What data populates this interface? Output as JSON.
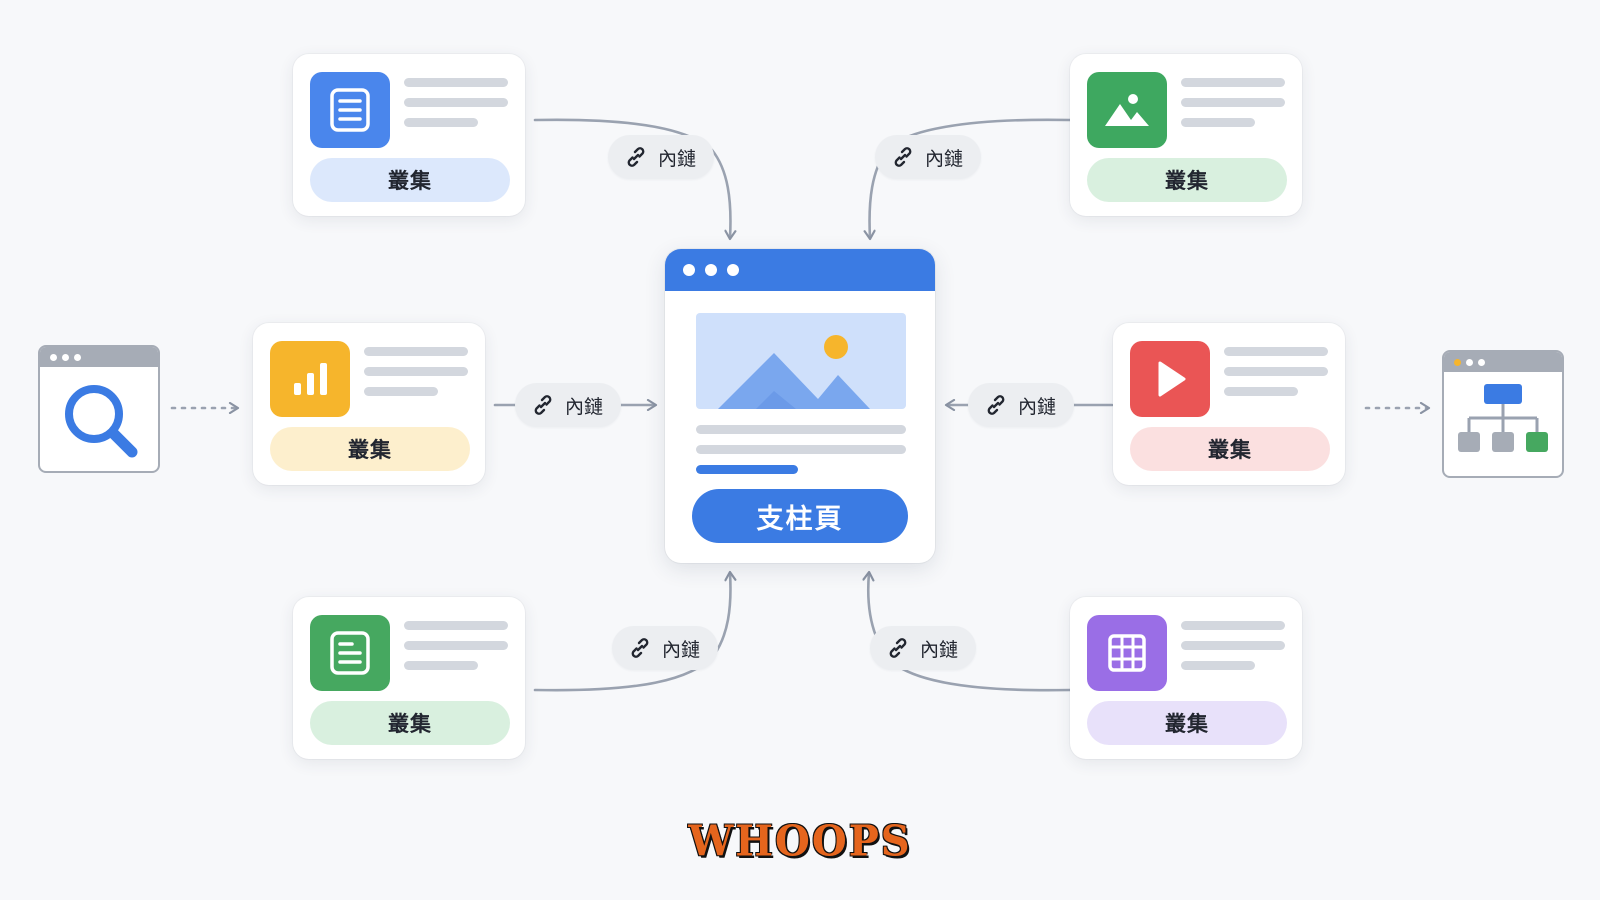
{
  "center": {
    "label": "支柱頁",
    "accent": "#3b7be3"
  },
  "cluster_label": "叢集",
  "link_label": "內鏈",
  "clusters": [
    {
      "id": "top-left",
      "label": "叢集",
      "icon": "document-icon",
      "tile_color": "#4a86ec",
      "pill_color": "#dce8fc"
    },
    {
      "id": "top-right",
      "label": "叢集",
      "icon": "image-icon",
      "tile_color": "#3ea860",
      "pill_color": "#d9f0df"
    },
    {
      "id": "mid-left",
      "label": "叢集",
      "icon": "bar-chart-icon",
      "tile_color": "#f6b52c",
      "pill_color": "#fdefcd"
    },
    {
      "id": "mid-right",
      "label": "叢集",
      "icon": "play-icon",
      "tile_color": "#ea5555",
      "pill_color": "#fbe0e0"
    },
    {
      "id": "bottom-left",
      "label": "叢集",
      "icon": "list-document-icon",
      "tile_color": "#46a860",
      "pill_color": "#d9f0df"
    },
    {
      "id": "bottom-right",
      "label": "叢集",
      "icon": "table-icon",
      "tile_color": "#9a6ee6",
      "pill_color": "#e8e1fa"
    }
  ],
  "chips": [
    "內鏈",
    "內鏈",
    "內鏈",
    "內鏈",
    "內鏈",
    "內鏈"
  ],
  "side_icons": {
    "left": "search-icon",
    "right": "sitemap-icon"
  },
  "watermark": "WHOOPS"
}
